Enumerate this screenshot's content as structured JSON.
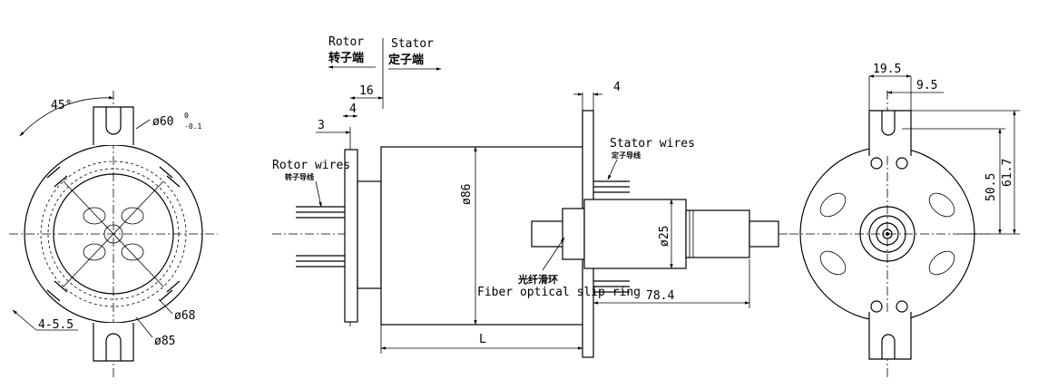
{
  "front_view": {
    "angle_label": "45°",
    "dia60_label": "ø60",
    "dia60_tol_upper": "0",
    "dia60_tol_lower": "-0.1",
    "dia68_label": "ø68",
    "dia85_label": "ø85",
    "hole_label": "4-5.5"
  },
  "side_view": {
    "rotor_en": "Rotor",
    "rotor_cn": "转子端",
    "stator_en": "Stator",
    "stator_cn": "定子端",
    "dim_16": "16",
    "dim_4": "4",
    "dim_3": "3",
    "rotor_wires_en": "Rotor wires",
    "rotor_wires_cn": "转子导线",
    "stator_wires_en": "Stator wires",
    "stator_wires_cn": "定子导线",
    "dia86": "ø86",
    "dim_4_right": "4",
    "dia25": "ø25",
    "fiber_cn": "光纤滑环",
    "fiber_en": "Fiber optical slip ring",
    "dim_78_4": "78.4",
    "dim_L": "L"
  },
  "end_view": {
    "dim_19_5": "19.5",
    "dim_9_5": "9.5",
    "dim_50_5": "50.5",
    "dim_61_7": "61.7"
  }
}
